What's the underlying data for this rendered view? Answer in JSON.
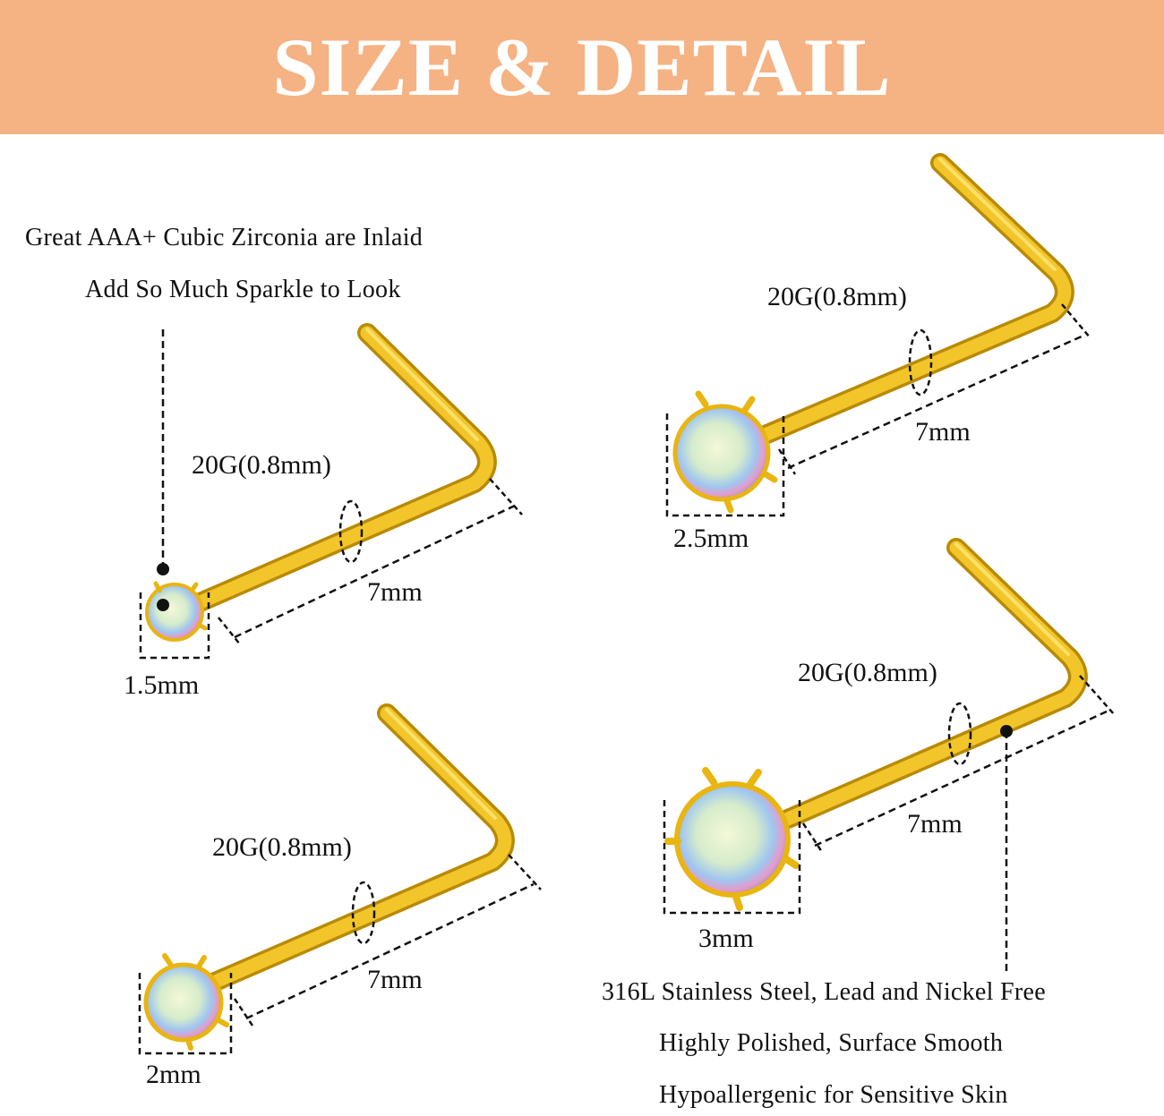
{
  "banner": {
    "title": "SIZE & DETAIL",
    "color": "#F5B283"
  },
  "colors": {
    "gold": "#E8B511",
    "gold_dark": "#B98A05",
    "gold_light": "#FBE06A",
    "dash": "#111111"
  },
  "features": {
    "stone_line1": "Great AAA+ Cubic Zirconia  are Inlaid",
    "stone_line2": "Add So Much Sparkle to Look",
    "material_line1": "316L Stainless Steel, Lead and Nickel Free",
    "material_line2": "Highly Polished, Surface Smooth",
    "material_line3": "Hypoallergenic for Sensitive Skin"
  },
  "studs": [
    {
      "id": "stud-1-5mm",
      "gauge": "20G(0.8mm)",
      "length": "7mm",
      "stone_size": "1.5mm"
    },
    {
      "id": "stud-2-5mm",
      "gauge": "20G(0.8mm)",
      "length": "7mm",
      "stone_size": "2.5mm"
    },
    {
      "id": "stud-2mm",
      "gauge": "20G(0.8mm)",
      "length": "7mm",
      "stone_size": "2mm"
    },
    {
      "id": "stud-3mm",
      "gauge": "20G(0.8mm)",
      "length": "7mm",
      "stone_size": "3mm"
    }
  ]
}
